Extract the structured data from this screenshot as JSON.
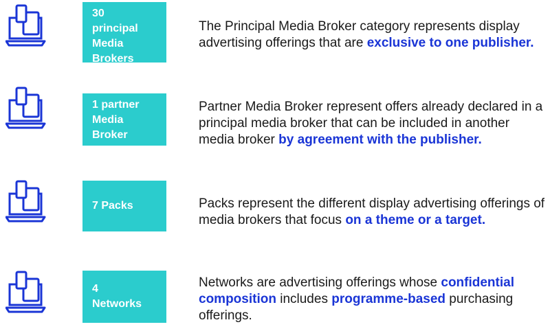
{
  "colors": {
    "accent_teal": "#2bcccd",
    "highlight_blue": "#1a35d6",
    "icon_blue": "#1a35d6",
    "text": "#1a1a1a"
  },
  "rows": [
    {
      "icon": "devices-icon",
      "badge_lines": [
        "30",
        "principal",
        "Media",
        "Brokers"
      ],
      "desc_text": "The Principal Media Broker category represents display advertising offerings that are ",
      "desc_highlight": "exclusive to one publisher."
    },
    {
      "icon": "devices-icon",
      "badge_lines": [
        "1 partner",
        "Media",
        "Broker"
      ],
      "desc_text": "Partner Media Broker represent offers already declared in a principal media broker that can be included in another media broker ",
      "desc_highlight": "by agreement with the publisher."
    },
    {
      "icon": "devices-icon",
      "badge_lines": [
        "7 Packs"
      ],
      "desc_text": "Packs represent the different display advertising offerings of media brokers that focus ",
      "desc_highlight": "on a theme or a target."
    },
    {
      "icon": "devices-icon",
      "badge_lines": [
        "4",
        "Networks"
      ],
      "desc_text": "Networks are advertising offerings whose ",
      "desc_highlight": "confidential composition",
      "desc_text_2": " includes ",
      "desc_highlight_2": "programme-based",
      "desc_text_3": " purchasing offerings."
    }
  ]
}
